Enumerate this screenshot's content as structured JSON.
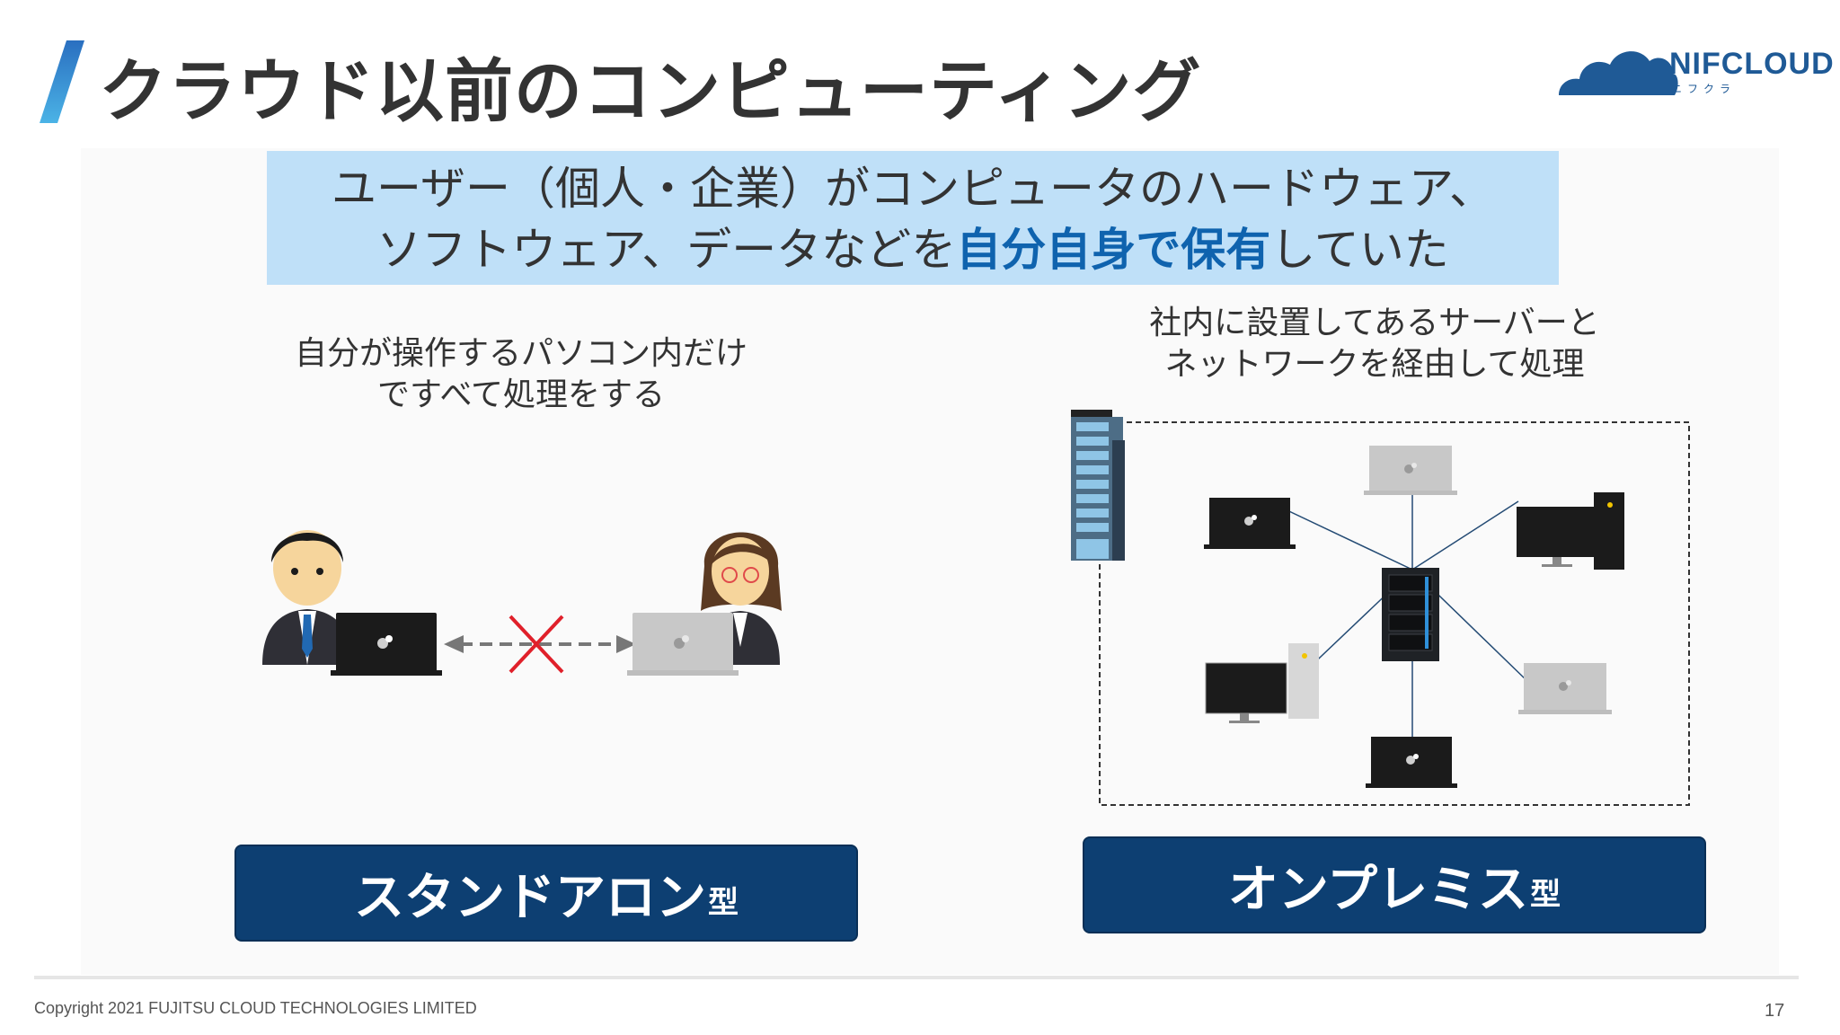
{
  "slide": {
    "title": "クラウド以前のコンピューティング",
    "logo": {
      "text": "NIFCLOUD",
      "subtext": "ニフクラ"
    },
    "banner": {
      "line1": "ユーザー（個人・企業）がコンピュータのハードウェア、",
      "line2_before": "ソフトウェア、データなどを",
      "line2_emphasis": "自分自身で保有",
      "line2_after": "していた"
    },
    "standalone": {
      "caption_line1": "自分が操作するパソコン内だけ",
      "caption_line2": "ですべて処理をする",
      "label_main": "スタンドアロン",
      "label_suffix": "型"
    },
    "onpremise": {
      "caption_line1": "社内に設置してあるサーバーと",
      "caption_line2": "ネットワークを経由して処理",
      "label_main": "オンプレミス",
      "label_suffix": "型"
    },
    "footer": {
      "copyright": "Copyright 2021 FUJITSU CLOUD TECHNOLOGIES LIMITED",
      "page_number": "17"
    },
    "colors": {
      "accent_blue": "#1f8fd6",
      "banner_bg": "#bfe0f8",
      "emphasis": "#0f63ae",
      "button_bg": "#0d3f72",
      "cross_red": "#e0202a"
    }
  }
}
